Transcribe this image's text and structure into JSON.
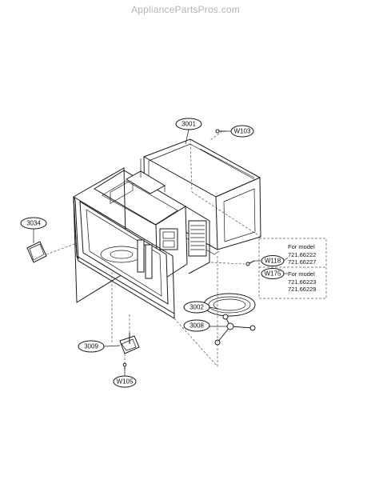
{
  "watermark": "AppliancePartsPros.com",
  "callouts": {
    "p3001": "3001",
    "w103": "W103",
    "p3034": "3034",
    "w118": "W118",
    "w175": "W175",
    "p3002": "3002",
    "p3008": "3008",
    "p3009": "3009",
    "w105": "W105"
  },
  "model_notes": {
    "group1_title": "For model",
    "group1_models": [
      "721.66222",
      "721.66227"
    ],
    "group2_title": "For model",
    "group2_models": [
      "721.66223",
      "721.66229"
    ]
  }
}
